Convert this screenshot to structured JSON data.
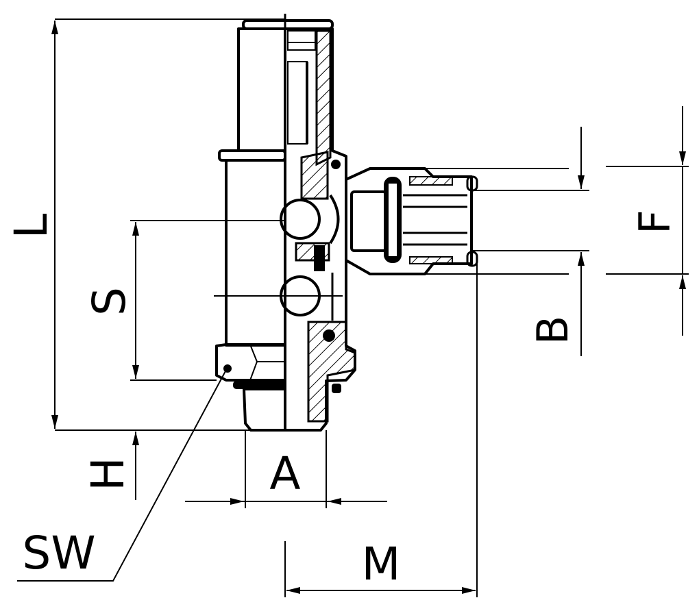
{
  "labels": {
    "L": "L",
    "S": "S",
    "H": "H",
    "A": "A",
    "M": "M",
    "SW": "SW",
    "F": "F",
    "B": "B"
  },
  "colors": {
    "line": "#000000",
    "background": "#ffffff"
  }
}
